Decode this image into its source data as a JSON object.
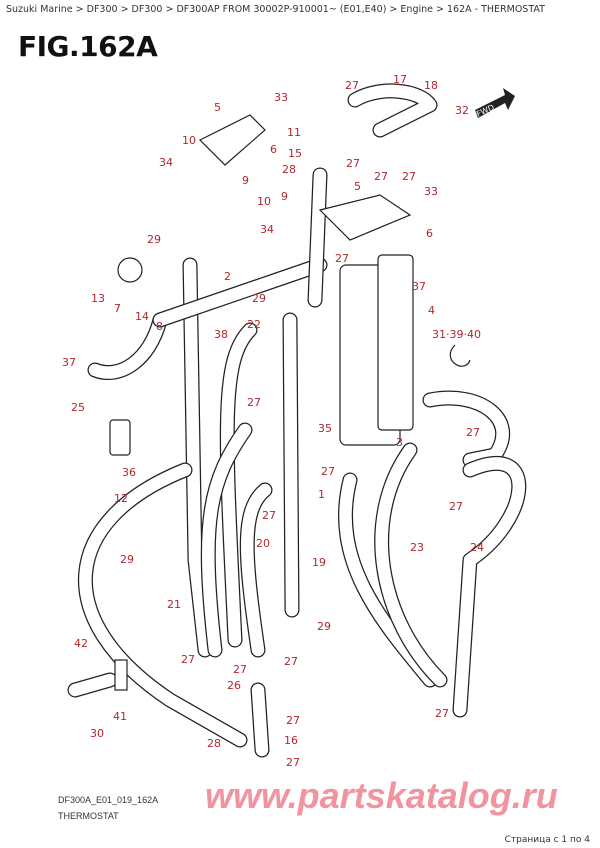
{
  "breadcrumb": "Suzuki Marine > DF300 > DF300 > DF300AP FROM 30002P-910001~  (E01,E40) > Engine > 162A - THERMOSTAT",
  "figure_title": "FIG.162A",
  "fwd_label": "FWD",
  "callouts": [
    "33",
    "5",
    "27",
    "17",
    "18",
    "32",
    "10",
    "11",
    "6",
    "34",
    "15",
    "27",
    "28",
    "9",
    "27",
    "27",
    "5",
    "33",
    "10",
    "9",
    "34",
    "29",
    "6",
    "2",
    "27",
    "37",
    "13",
    "7",
    "29",
    "4",
    "14",
    "8",
    "38",
    "22",
    "31·39·40",
    "37",
    "25",
    "27",
    "35",
    "3",
    "27",
    "36",
    "27",
    "1",
    "27",
    "12",
    "27",
    "20",
    "23",
    "24",
    "19",
    "29",
    "21",
    "29",
    "42",
    "27",
    "27",
    "27",
    "26",
    "27",
    "41",
    "27",
    "30",
    "16",
    "28",
    "27"
  ],
  "watermark": "www.partskatalog.ru",
  "drawing_code": "DF300A_E01_019_162A",
  "drawing_subtitle": "THERMOSTAT",
  "page_info": "Страница с 1 по 4",
  "colors": {
    "callout": "#b0282d",
    "watermark": "#e63c50"
  }
}
